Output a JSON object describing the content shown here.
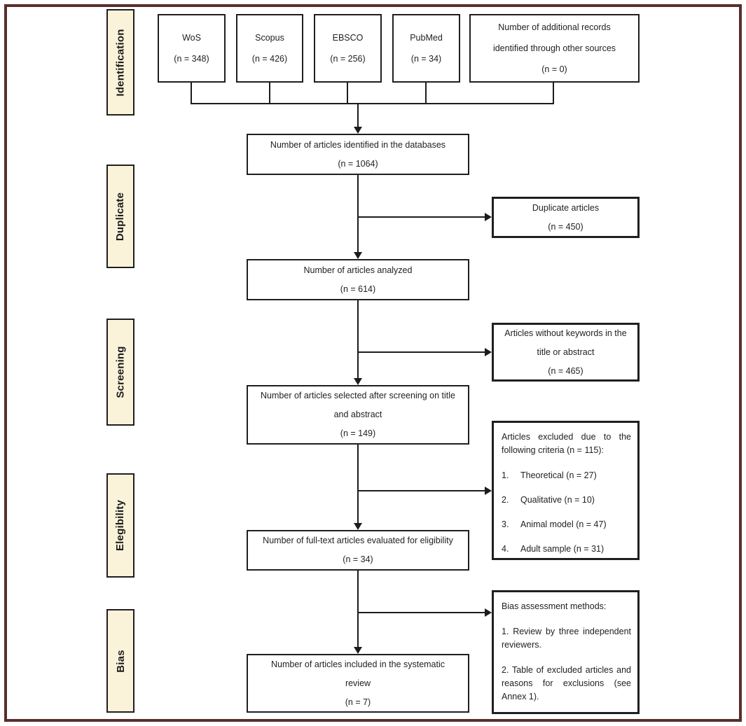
{
  "colors": {
    "frame": "#5a2e2b",
    "stage_fill": "#faf3da",
    "line": "#1c1c1c"
  },
  "stages": [
    {
      "label": "Identification"
    },
    {
      "label": "Duplicate"
    },
    {
      "label": "Screening"
    },
    {
      "label": "Elegibility"
    },
    {
      "label": "Bias"
    }
  ],
  "sources": [
    {
      "name": "WoS",
      "count": "(n = 348)"
    },
    {
      "name": "Scopus",
      "count": "(n = 426)"
    },
    {
      "name": "EBSCO",
      "count": "(n = 256)"
    },
    {
      "name": "PubMed",
      "count": "(n = 34)"
    },
    {
      "line1": "Number of additional records",
      "line2": "identified through other sources",
      "count": "(n = 0)"
    }
  ],
  "flow": {
    "identified": {
      "title": "Number of articles identified in the databases",
      "count": "(n = 1064)"
    },
    "analyzed": {
      "title": "Number of articles analyzed",
      "count": "(n = 614)"
    },
    "screened": {
      "line1": "Number of articles selected after screening on title",
      "line2": "and abstract",
      "count": "(n = 149)"
    },
    "fulltext": {
      "title": "Number of full-text articles evaluated for eligibility",
      "count": "(n = 34)"
    },
    "included": {
      "line1": "Number of articles included in the systematic",
      "line2": "review",
      "count": "(n = 7)"
    }
  },
  "side": {
    "duplicates": {
      "title": "Duplicate articles",
      "count": "(n = 450)"
    },
    "no_keywords": {
      "line1": "Articles without keywords in the",
      "line2": "title or abstract",
      "count": "(n = 465)"
    },
    "excluded": {
      "intro": "Articles excluded due to the following criteria (n = 115):",
      "items": [
        {
          "num": "1.",
          "text": "Theoretical (n = 27)"
        },
        {
          "num": "2.",
          "text": "Qualitative (n = 10)"
        },
        {
          "num": "3.",
          "text": "Animal model (n = 47)"
        },
        {
          "num": "4.",
          "text": "Adult sample (n = 31)"
        }
      ]
    },
    "bias": {
      "title": "Bias assessment methods:",
      "paragraphs": [
        "1. Review by three independent reviewers.",
        "2. Table of excluded articles and reasons for exclusions (see Annex 1)."
      ]
    }
  }
}
